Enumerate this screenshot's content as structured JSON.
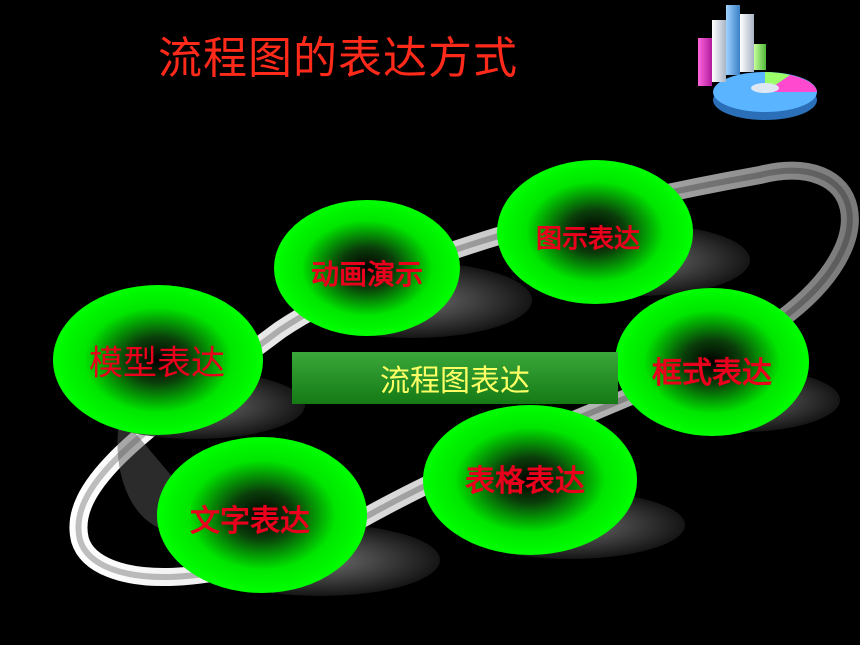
{
  "title": "流程图的表达方式",
  "center": {
    "label": "流程图表达"
  },
  "nodes": [
    {
      "id": "animation",
      "label": "动画演示"
    },
    {
      "id": "graphic",
      "label": "图示表达"
    },
    {
      "id": "model",
      "label": "模型表达"
    },
    {
      "id": "frame",
      "label": "框式表达"
    },
    {
      "id": "table",
      "label": "表格表达"
    },
    {
      "id": "text",
      "label": "文字表达"
    }
  ],
  "colors": {
    "title": "#ff2a1a",
    "node_fill": "#00ff00",
    "node_text": "#e8001c",
    "center_text": "#ffff66",
    "ring": "#e6e6e6"
  },
  "icons": [
    "chart-logo-icon"
  ]
}
